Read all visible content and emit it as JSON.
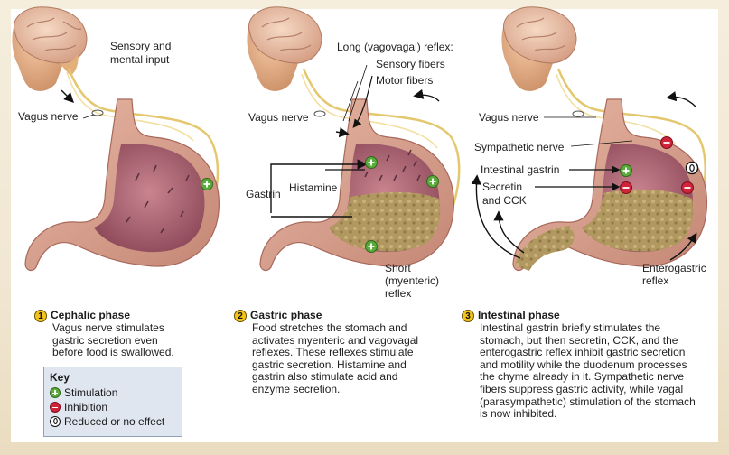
{
  "panels": [
    {
      "labels": {
        "sensory": [
          "Sensory and",
          "mental input"
        ],
        "vagus": "Vagus nerve"
      },
      "caption": {
        "number": "1",
        "title": "Cephalic phase",
        "lines": [
          "Vagus nerve stimulates",
          "gastric secretion even",
          "before food is swallowed."
        ]
      }
    },
    {
      "labels": {
        "long_reflex": "Long (vagovagal) reflex:",
        "sensory_fibers": "Sensory fibers",
        "motor_fibers": "Motor fibers",
        "vagus": "Vagus nerve",
        "gastrin": "Gastrin",
        "histamine": "Histamine",
        "short": [
          "Short",
          "(myenteric)",
          "reflex"
        ]
      },
      "caption": {
        "number": "2",
        "title": "Gastric phase",
        "lines": [
          "Food stretches the stomach and",
          "activates myenteric and vagovagal",
          "reflexes. These reflexes stimulate",
          "gastric secretion. Histamine and",
          "gastrin also stimulate acid and",
          "enzyme secretion."
        ]
      }
    },
    {
      "labels": {
        "vagus": "Vagus nerve",
        "sympathetic": "Sympathetic nerve",
        "intestinal_gastrin": "Intestinal gastrin",
        "secretin": [
          "Secretin",
          "and CCK"
        ],
        "enterogastric": [
          "Enterogastric",
          "reflex"
        ]
      },
      "caption": {
        "number": "3",
        "title": "Intestinal phase",
        "lines": [
          "Intestinal gastrin briefly stimulates the",
          "stomach, but then secretin, CCK, and the",
          "enterogastric reflex inhibit gastric secretion",
          "and motility while the duodenum processes",
          "the chyme already in it. Sympathetic nerve",
          "fibers suppress gastric activity, while vagal",
          "(parasympathetic) stimulation of the stomach",
          "is now inhibited."
        ]
      }
    }
  ],
  "key": {
    "title": "Key",
    "items": [
      {
        "symbol": "plus",
        "label": "Stimulation"
      },
      {
        "symbol": "minus",
        "label": "Inhibition"
      },
      {
        "symbol": "zero",
        "label": "Reduced or no effect"
      }
    ]
  },
  "colors": {
    "stimulation": "#5aab3b",
    "inhibition": "#d0243a",
    "nerve": "#f1d98a",
    "stomach_lining": "#b96a78",
    "chyme": "#a8915a"
  }
}
